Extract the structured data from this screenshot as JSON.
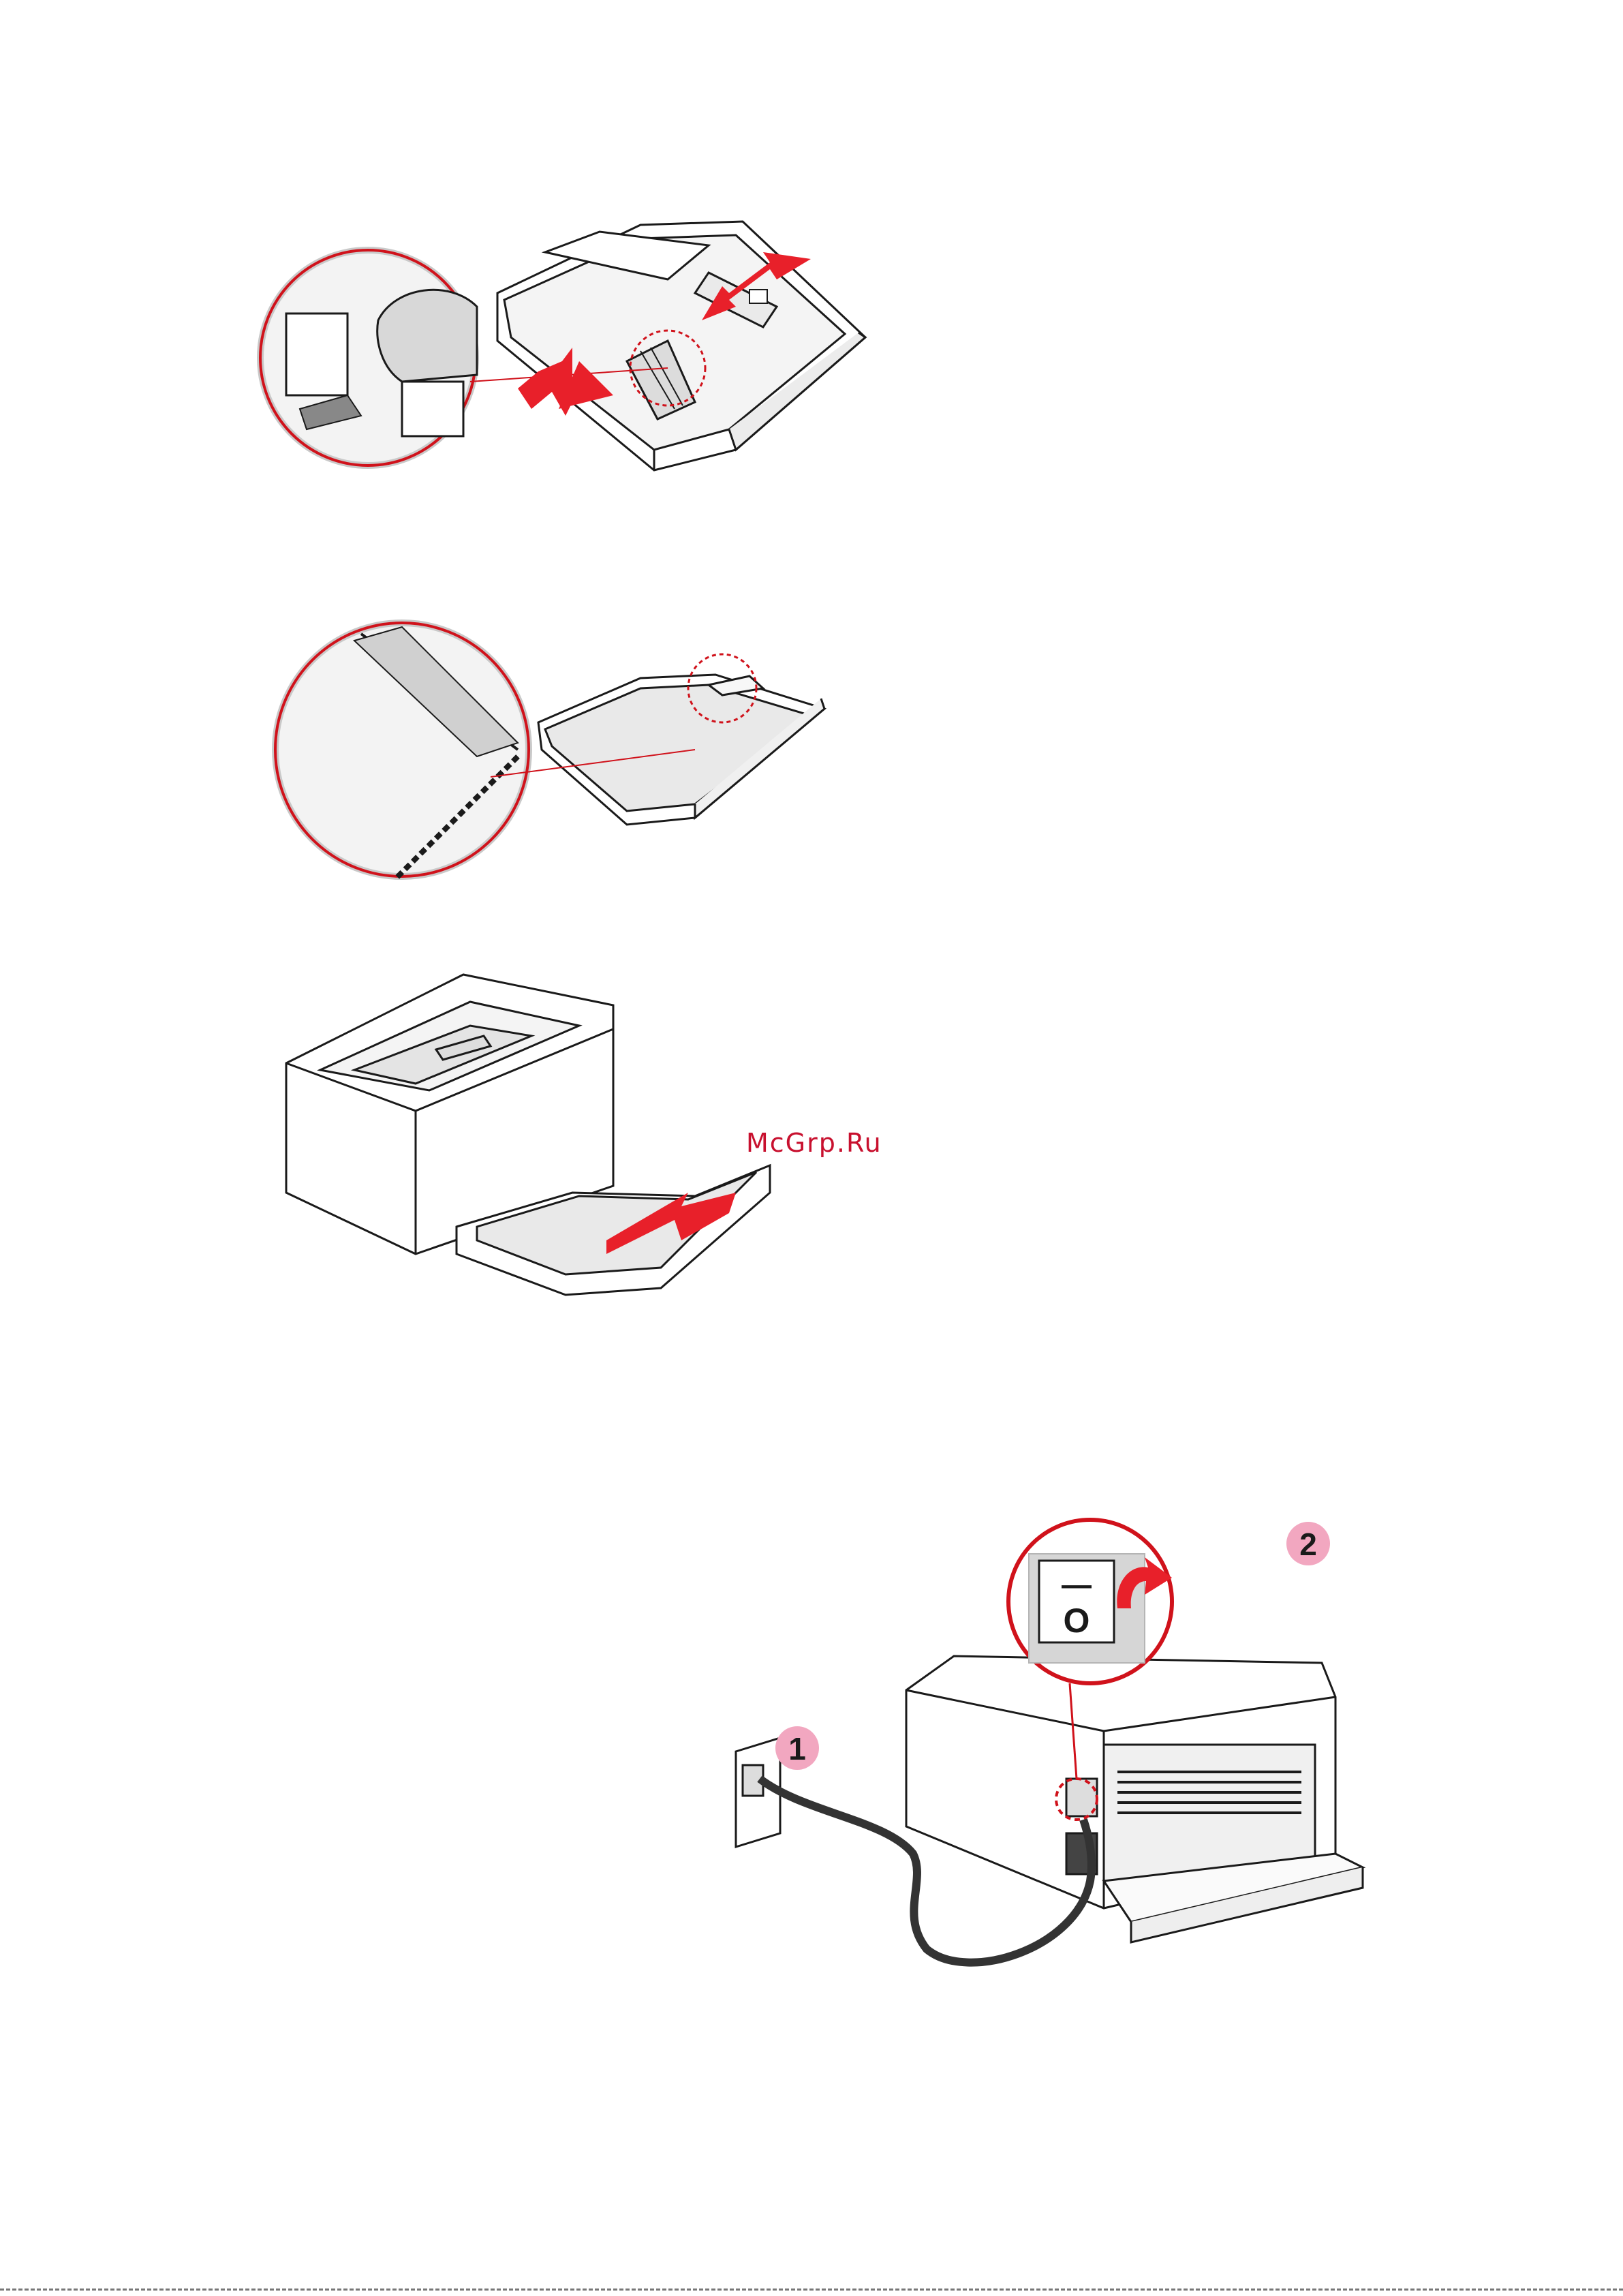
{
  "watermark": {
    "text": "McGrp.Ru",
    "color": "#c8102e"
  },
  "colors": {
    "accent_red": "#e8202a",
    "callout_red": "#d0121b",
    "badge_pink": "#f2a7c0",
    "line": "#1a1a1a",
    "tray_gray": "#e9e9e9",
    "cord": "#333333"
  },
  "figures": [
    {
      "name": "tray-guide-adjust",
      "icons": [
        "paper-tray-icon",
        "magnifier-callout-icon",
        "push-arrow-icon"
      ]
    },
    {
      "name": "paper-loaded-tray",
      "icons": [
        "paper-tray-icon",
        "magnifier-callout-icon"
      ]
    },
    {
      "name": "insert-tray-into-printer",
      "icons": [
        "printer-icon",
        "push-arrow-icon"
      ]
    },
    {
      "name": "power-connection",
      "icons": [
        "wall-outlet-icon",
        "power-cord-icon",
        "power-switch-icon"
      ]
    }
  ],
  "power_switch": {
    "on_symbol": "—",
    "off_symbol": "O"
  },
  "steps": [
    {
      "number": "1",
      "meaning": "plug cord into wall outlet"
    },
    {
      "number": "2",
      "meaning": "turn power switch on"
    }
  ]
}
